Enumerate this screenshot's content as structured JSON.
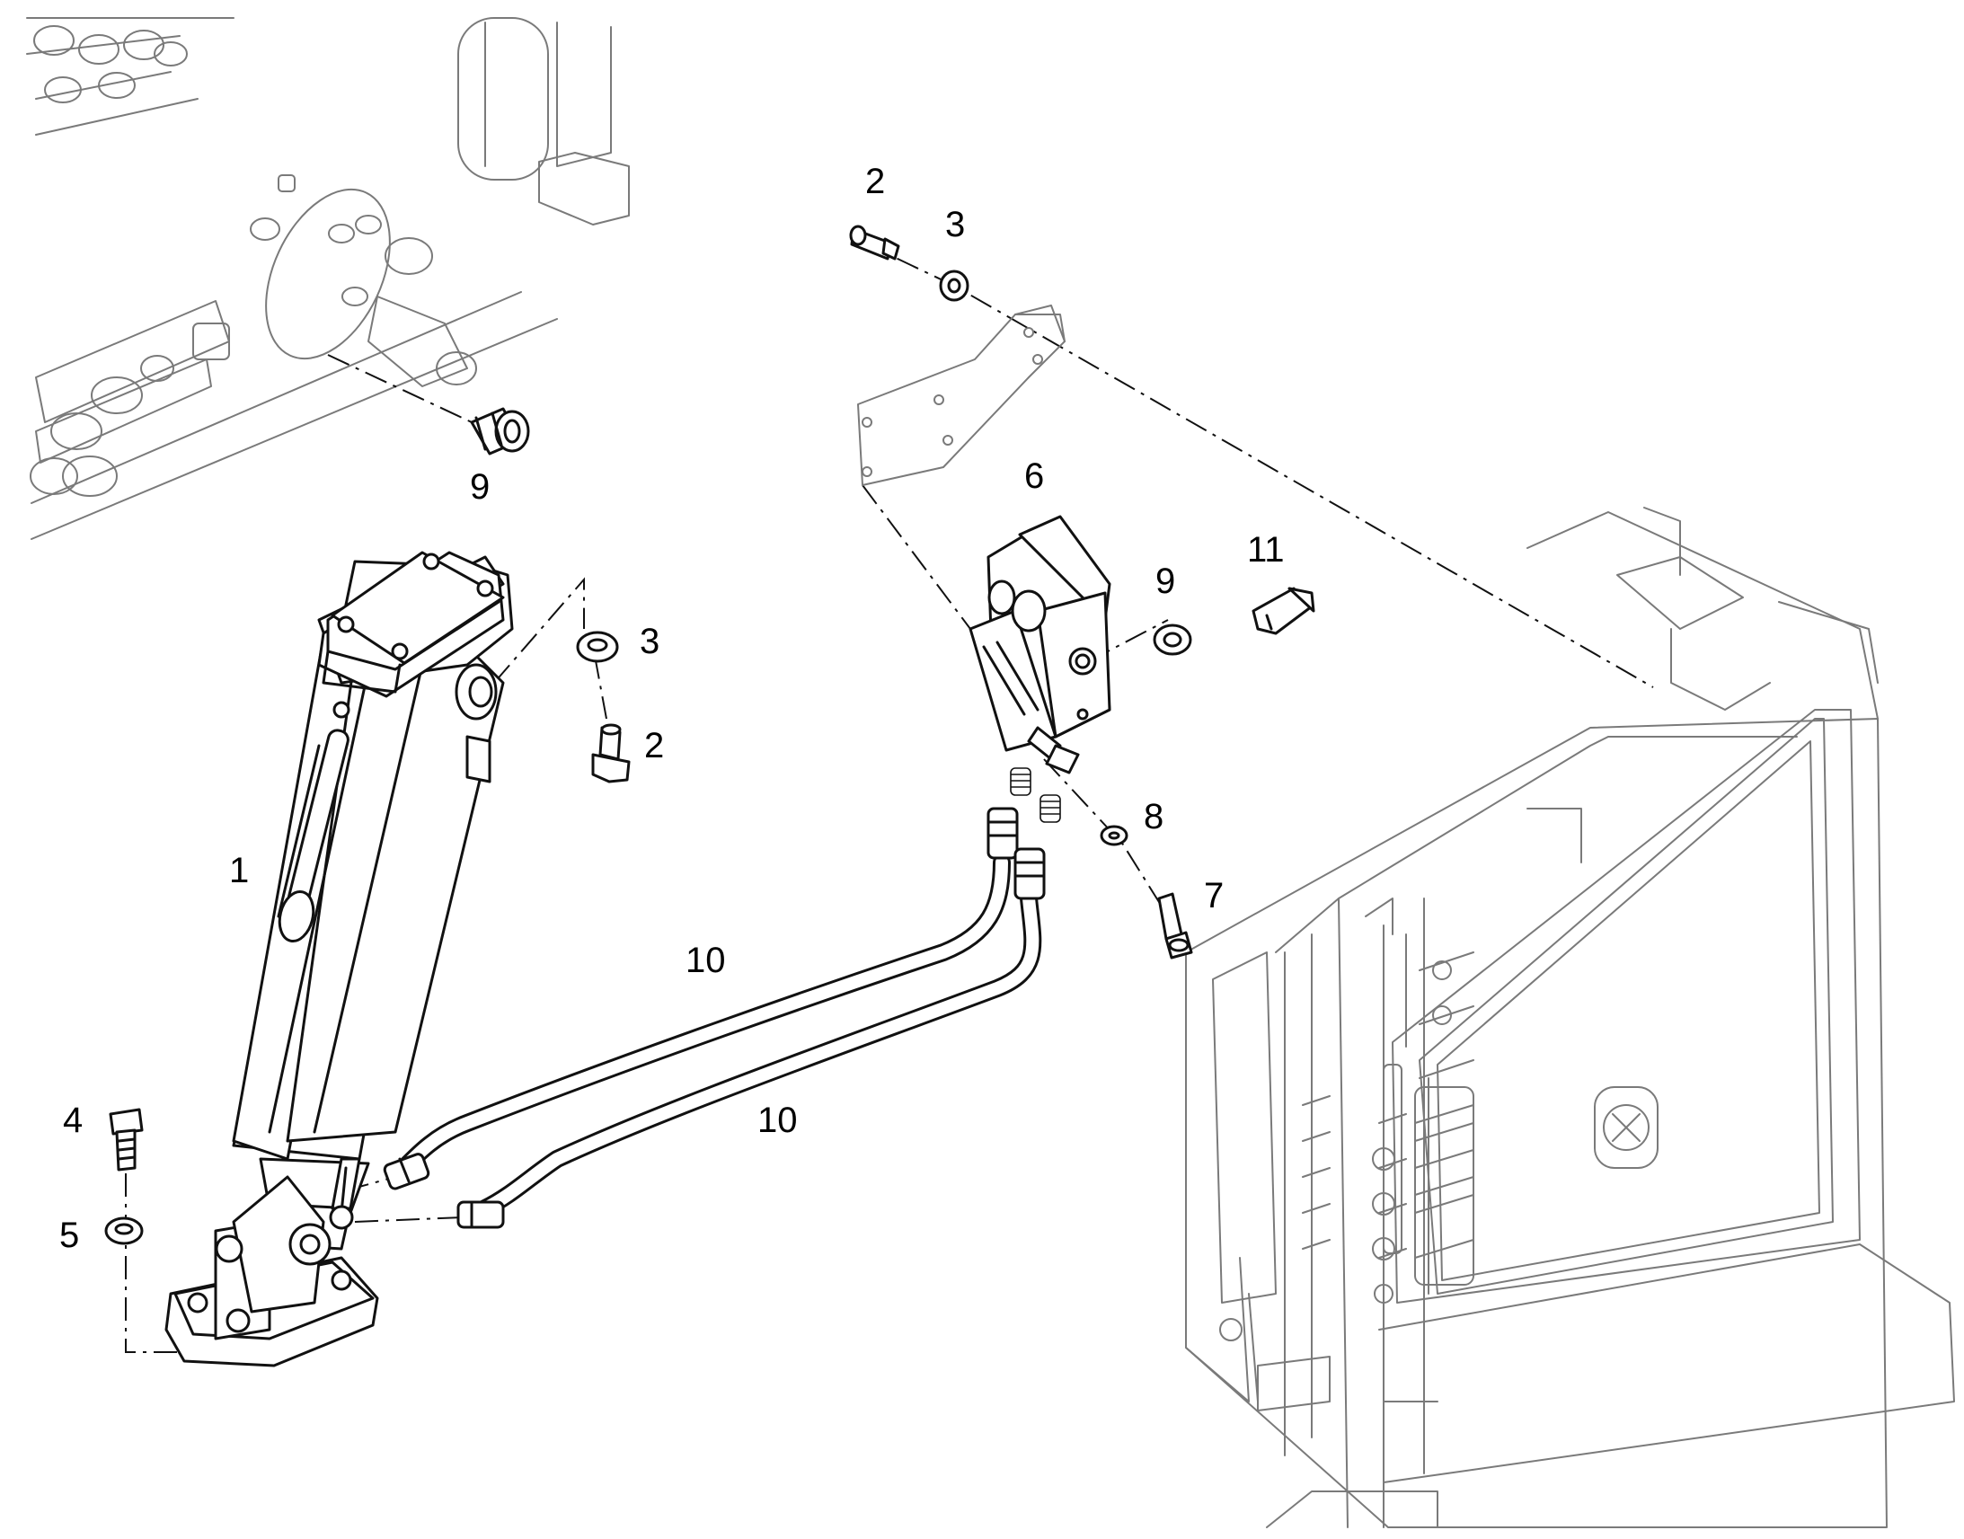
{
  "labels": {
    "item_1": "1",
    "item_2": "2",
    "item_3": "3",
    "item_4": "4",
    "item_5": "5",
    "item_6": "6",
    "item_7": "7",
    "item_8": "8",
    "item_9": "9",
    "item_10": "10",
    "item_11": "11"
  }
}
